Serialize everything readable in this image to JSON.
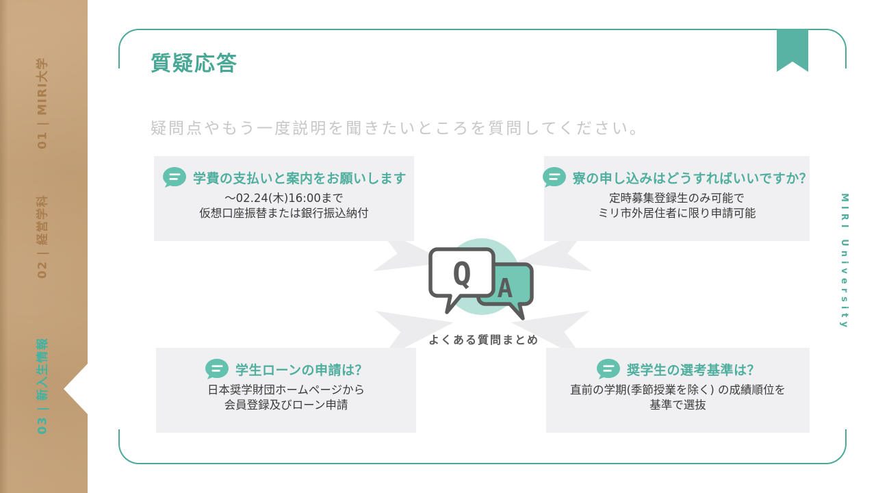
{
  "slide": {
    "title": "質疑応答",
    "subtitle": "疑問点やもう一度説明を聞きたいところを質問してください。",
    "center_caption": "よくある質問まとめ",
    "q_letter": "Q",
    "a_letter": "A",
    "vertical_brand": "MIRI University"
  },
  "sidebar": {
    "items": [
      {
        "label": "01 | MIRI大学",
        "active": false
      },
      {
        "label": "02 | 経営学科",
        "active": false
      },
      {
        "label": "03 | 新入生情報",
        "active": true
      }
    ]
  },
  "faqs": [
    {
      "question": "学費の支払いと案内をお願いします",
      "answer_line1": "～02.24(木)16:00まで",
      "answer_line2": "仮想口座振替または銀行振込納付"
    },
    {
      "question": "寮の申し込みはどうすればいいですか？",
      "answer_line1": "定時募集登録生のみ可能で",
      "answer_line2": "ミリ市外居住者に限り申請可能"
    },
    {
      "question": "学生ローンの申請は？",
      "answer_line1": "日本奨学財団ホームページから",
      "answer_line2": "会員登録及びローン申請"
    },
    {
      "question": "奨学生の選考基準は？",
      "answer_line1": "直前の学期(季節授業を除く) の成績順位を",
      "answer_line2": "基準で選抜"
    }
  ],
  "colors": {
    "accent": "#4fae9e",
    "bookmark": "#58b3a4",
    "bubble_icon": "#63c1ae",
    "pale_circle": "#b7e1d9",
    "a_bubble": "#72c7b5",
    "outline": "#5b5b5b",
    "box_bg": "#f0f0f2",
    "kraft": "#c8a379",
    "kraft_text": "#a97e4f",
    "active_item": "#3db3a3"
  }
}
